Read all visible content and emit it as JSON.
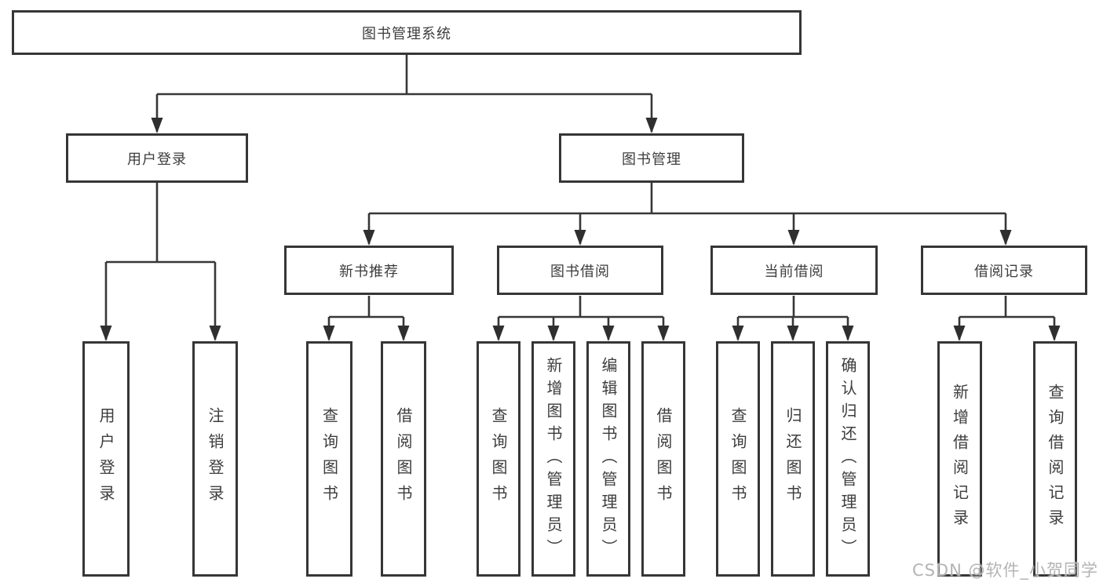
{
  "diagram": {
    "root": {
      "label": "图书管理系统"
    },
    "level2": [
      {
        "label": "用户登录"
      },
      {
        "label": "图书管理"
      }
    ],
    "level3": [
      {
        "label": "新书推荐"
      },
      {
        "label": "图书借阅"
      },
      {
        "label": "当前借阅"
      },
      {
        "label": "借阅记录"
      }
    ],
    "leaves": {
      "user_login": [
        "用户登录",
        "注销登录"
      ],
      "new_book": [
        "查询图书",
        "借阅图书"
      ],
      "book_borrow": [
        "查询图书",
        "新增图书（管理员）",
        "编辑图书（管理员）",
        "借阅图书"
      ],
      "current_borrow": [
        "查询图书",
        "归还图书",
        "确认归还（管理员）"
      ],
      "borrow_record": [
        "新增借阅记录",
        "查询借阅记录"
      ]
    }
  },
  "watermark": "CSDN @软件_小贺同学",
  "colors": {
    "line": "#373737",
    "box_border": "#363636",
    "text": "#3d3d3d",
    "watermark": "#b4b4b6",
    "background": "#ffffff"
  }
}
